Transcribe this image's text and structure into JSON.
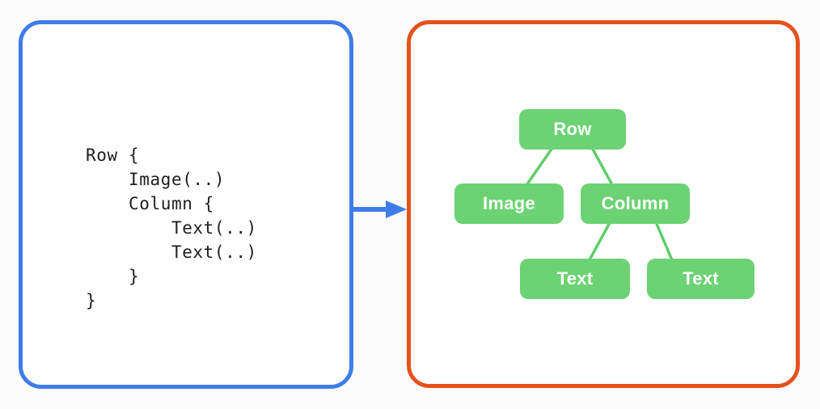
{
  "code_panel": {
    "code": "Row {\n    Image(..)\n    Column {\n        Text(..)\n        Text(..)\n    }\n}"
  },
  "arrow": {
    "direction": "right"
  },
  "tree_panel": {
    "nodes": {
      "root": {
        "label": "Row"
      },
      "image": {
        "label": "Image"
      },
      "column": {
        "label": "Column"
      },
      "text_left": {
        "label": "Text"
      },
      "text_right": {
        "label": "Text"
      }
    },
    "edges": [
      {
        "from": "Row",
        "to": "Image"
      },
      {
        "from": "Row",
        "to": "Column"
      },
      {
        "from": "Column",
        "to": "Text (left)"
      },
      {
        "from": "Column",
        "to": "Text (right)"
      }
    ]
  },
  "colors": {
    "code_panel_border": "#3E7DE9",
    "tree_panel_border": "#E6511C",
    "node_fill": "#6CD274",
    "edge_line": "#5FCE69",
    "node_text": "#FBFFFB",
    "code_text": "#1E1E20",
    "arrow": "#3E7DE9",
    "background": "#FCFCFC"
  }
}
